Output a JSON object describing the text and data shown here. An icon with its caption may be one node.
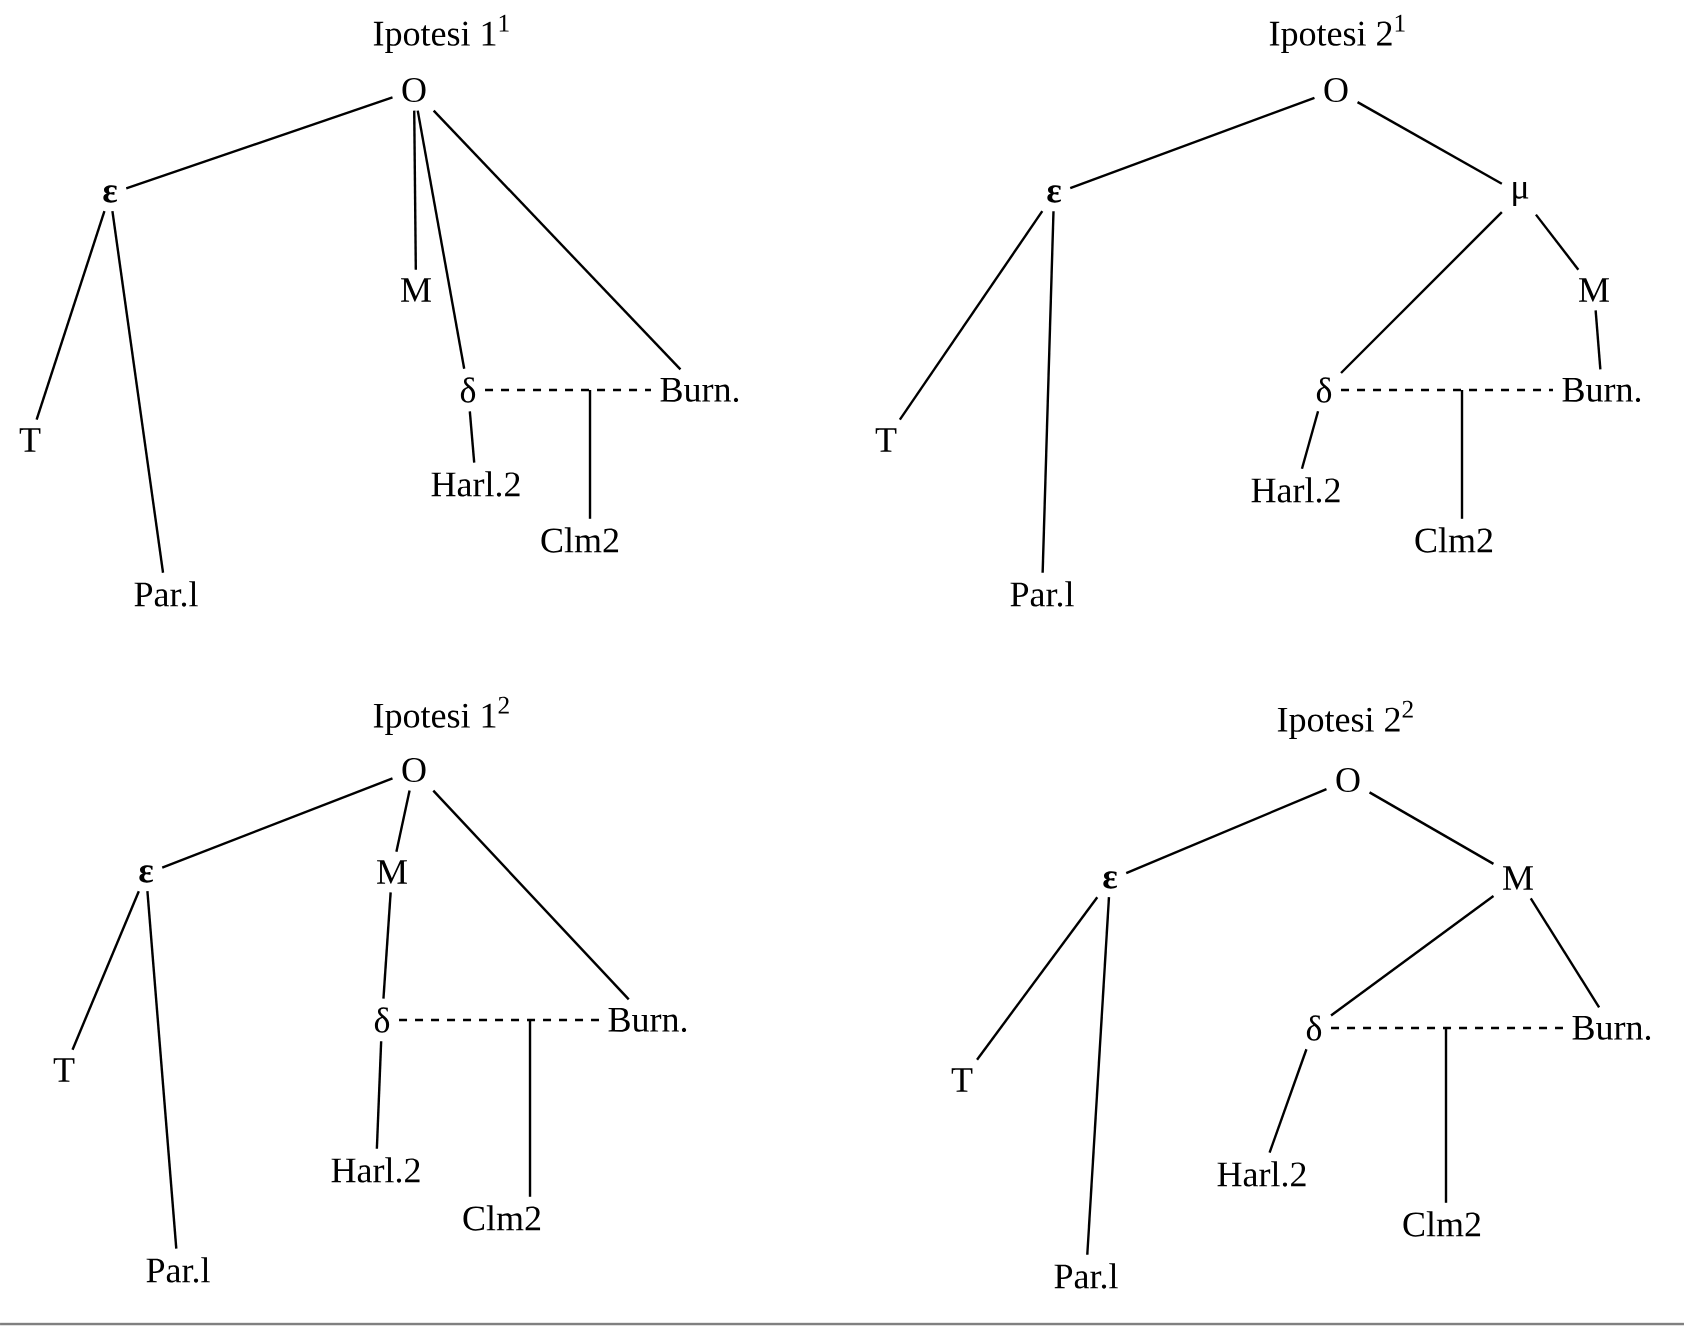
{
  "diagram": {
    "nodes": [
      {
        "text": [
          "O"
        ]
      },
      {
        "text": [
          "ε"
        ]
      },
      {
        "text": [
          "M"
        ]
      },
      {
        "text": [
          "δ"
        ]
      },
      {
        "text": [
          "Burn."
        ]
      },
      {
        "text": [
          "T"
        ]
      },
      {
        "text": [
          "Harl.2"
        ]
      },
      {
        "text": [
          "Clm2"
        ]
      },
      {
        "text": [
          "Par.l"
        ]
      },
      {
        "text": [
          "O"
        ]
      },
      {
        "text": [
          "ε"
        ]
      },
      {
        "text": [
          "μ"
        ]
      },
      {
        "text": [
          "M"
        ]
      },
      {
        "text": [
          "δ"
        ]
      },
      {
        "text": [
          "Burn."
        ]
      },
      {
        "text": [
          "T"
        ]
      },
      {
        "text": [
          "Harl.2"
        ]
      },
      {
        "text": [
          "Clm2"
        ]
      },
      {
        "text": [
          "Par.l"
        ]
      },
      {
        "text": [
          "O"
        ]
      },
      {
        "text": [
          "ε"
        ]
      },
      {
        "text": [
          "M"
        ]
      },
      {
        "text": [
          "δ"
        ]
      },
      {
        "text": [
          "Burn."
        ]
      },
      {
        "text": [
          "T"
        ]
      },
      {
        "text": [
          "Harl.2"
        ]
      },
      {
        "text": [
          "Clm2"
        ]
      },
      {
        "text": [
          "Par.l"
        ]
      },
      {
        "text": [
          "O"
        ]
      },
      {
        "text": [
          "ε"
        ]
      },
      {
        "text": [
          "M"
        ]
      },
      {
        "text": [
          "δ"
        ]
      },
      {
        "text": [
          "Burn."
        ]
      },
      {
        "text": [
          "T"
        ]
      },
      {
        "text": [
          "Harl.2"
        ]
      },
      {
        "text": [
          "Clm2"
        ]
      },
      {
        "text": [
          "Par.l"
        ]
      }
    ],
    "edges": [
      {
        "from": 0,
        "to": 1,
        "arrow": "none"
      },
      {
        "from": 0,
        "to": 2,
        "arrow": "none"
      },
      {
        "from": 0,
        "to": 3,
        "arrow": "none"
      },
      {
        "from": 0,
        "to": 4,
        "arrow": "none"
      },
      {
        "from": 1,
        "to": 5,
        "arrow": "none"
      },
      {
        "from": 1,
        "to": 8,
        "arrow": "none"
      },
      {
        "from": 3,
        "to": 6,
        "arrow": "none"
      },
      {
        "from": 3,
        "to": 4,
        "arrow": "none",
        "style": "dashed"
      },
      {
        "from": 3,
        "to": 7,
        "arrow": "none",
        "style": "dashed"
      },
      {
        "from": 4,
        "to": 7,
        "arrow": "none",
        "style": "dashed"
      },
      {
        "from": 9,
        "to": 10,
        "arrow": "none"
      },
      {
        "from": 9,
        "to": 11,
        "arrow": "none"
      },
      {
        "from": 11,
        "to": 13,
        "arrow": "none"
      },
      {
        "from": 11,
        "to": 12,
        "arrow": "none"
      },
      {
        "from": 12,
        "to": 14,
        "arrow": "none"
      },
      {
        "from": 10,
        "to": 15,
        "arrow": "none"
      },
      {
        "from": 10,
        "to": 18,
        "arrow": "none"
      },
      {
        "from": 13,
        "to": 16,
        "arrow": "none"
      },
      {
        "from": 13,
        "to": 14,
        "arrow": "none",
        "style": "dashed"
      },
      {
        "from": 13,
        "to": 17,
        "arrow": "none",
        "style": "dashed"
      },
      {
        "from": 14,
        "to": 17,
        "arrow": "none",
        "style": "dashed"
      },
      {
        "from": 19,
        "to": 20,
        "arrow": "none"
      },
      {
        "from": 19,
        "to": 21,
        "arrow": "none"
      },
      {
        "from": 19,
        "to": 23,
        "arrow": "none"
      },
      {
        "from": 21,
        "to": 22,
        "arrow": "none"
      },
      {
        "from": 20,
        "to": 24,
        "arrow": "none"
      },
      {
        "from": 20,
        "to": 27,
        "arrow": "none"
      },
      {
        "from": 22,
        "to": 25,
        "arrow": "none"
      },
      {
        "from": 22,
        "to": 23,
        "arrow": "none",
        "style": "dashed"
      },
      {
        "from": 22,
        "to": 26,
        "arrow": "none",
        "style": "dashed"
      },
      {
        "from": 23,
        "to": 26,
        "arrow": "none",
        "style": "dashed"
      },
      {
        "from": 28,
        "to": 29,
        "arrow": "none"
      },
      {
        "from": 28,
        "to": 30,
        "arrow": "none"
      },
      {
        "from": 30,
        "to": 31,
        "arrow": "none"
      },
      {
        "from": 30,
        "to": 32,
        "arrow": "none"
      },
      {
        "from": 29,
        "to": 33,
        "arrow": "none"
      },
      {
        "from": 29,
        "to": 36,
        "arrow": "none"
      },
      {
        "from": 31,
        "to": 34,
        "arrow": "none"
      },
      {
        "from": 31,
        "to": 32,
        "arrow": "none",
        "style": "dashed"
      },
      {
        "from": 31,
        "to": 35,
        "arrow": "none",
        "style": "dashed"
      },
      {
        "from": 32,
        "to": 35,
        "arrow": "none",
        "style": "dashed"
      }
    ],
    "labels": [
      "Ipotesi 1$^{1}$",
      "Ipotesi 2$^{1}$",
      "Ipotesi 1$^{2}$",
      "Ipotesi 2$^{2}$"
    ]
  }
}
